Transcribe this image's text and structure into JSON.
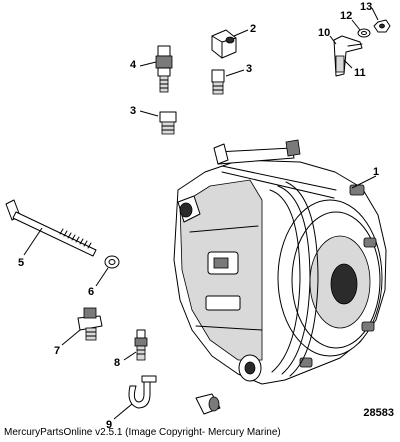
{
  "callouts": {
    "c1": "1",
    "c2": "2",
    "c3a": "3",
    "c3b": "3",
    "c4": "4",
    "c5": "5",
    "c6": "6",
    "c7": "7",
    "c8": "8",
    "c9": "9",
    "c10": "10",
    "c11": "11",
    "c12": "12",
    "c13": "13"
  },
  "drawing_number": "28583",
  "copyright": "MercuryPartsOnline v2.5.1 (Image Copyright- Mercury Marine)"
}
